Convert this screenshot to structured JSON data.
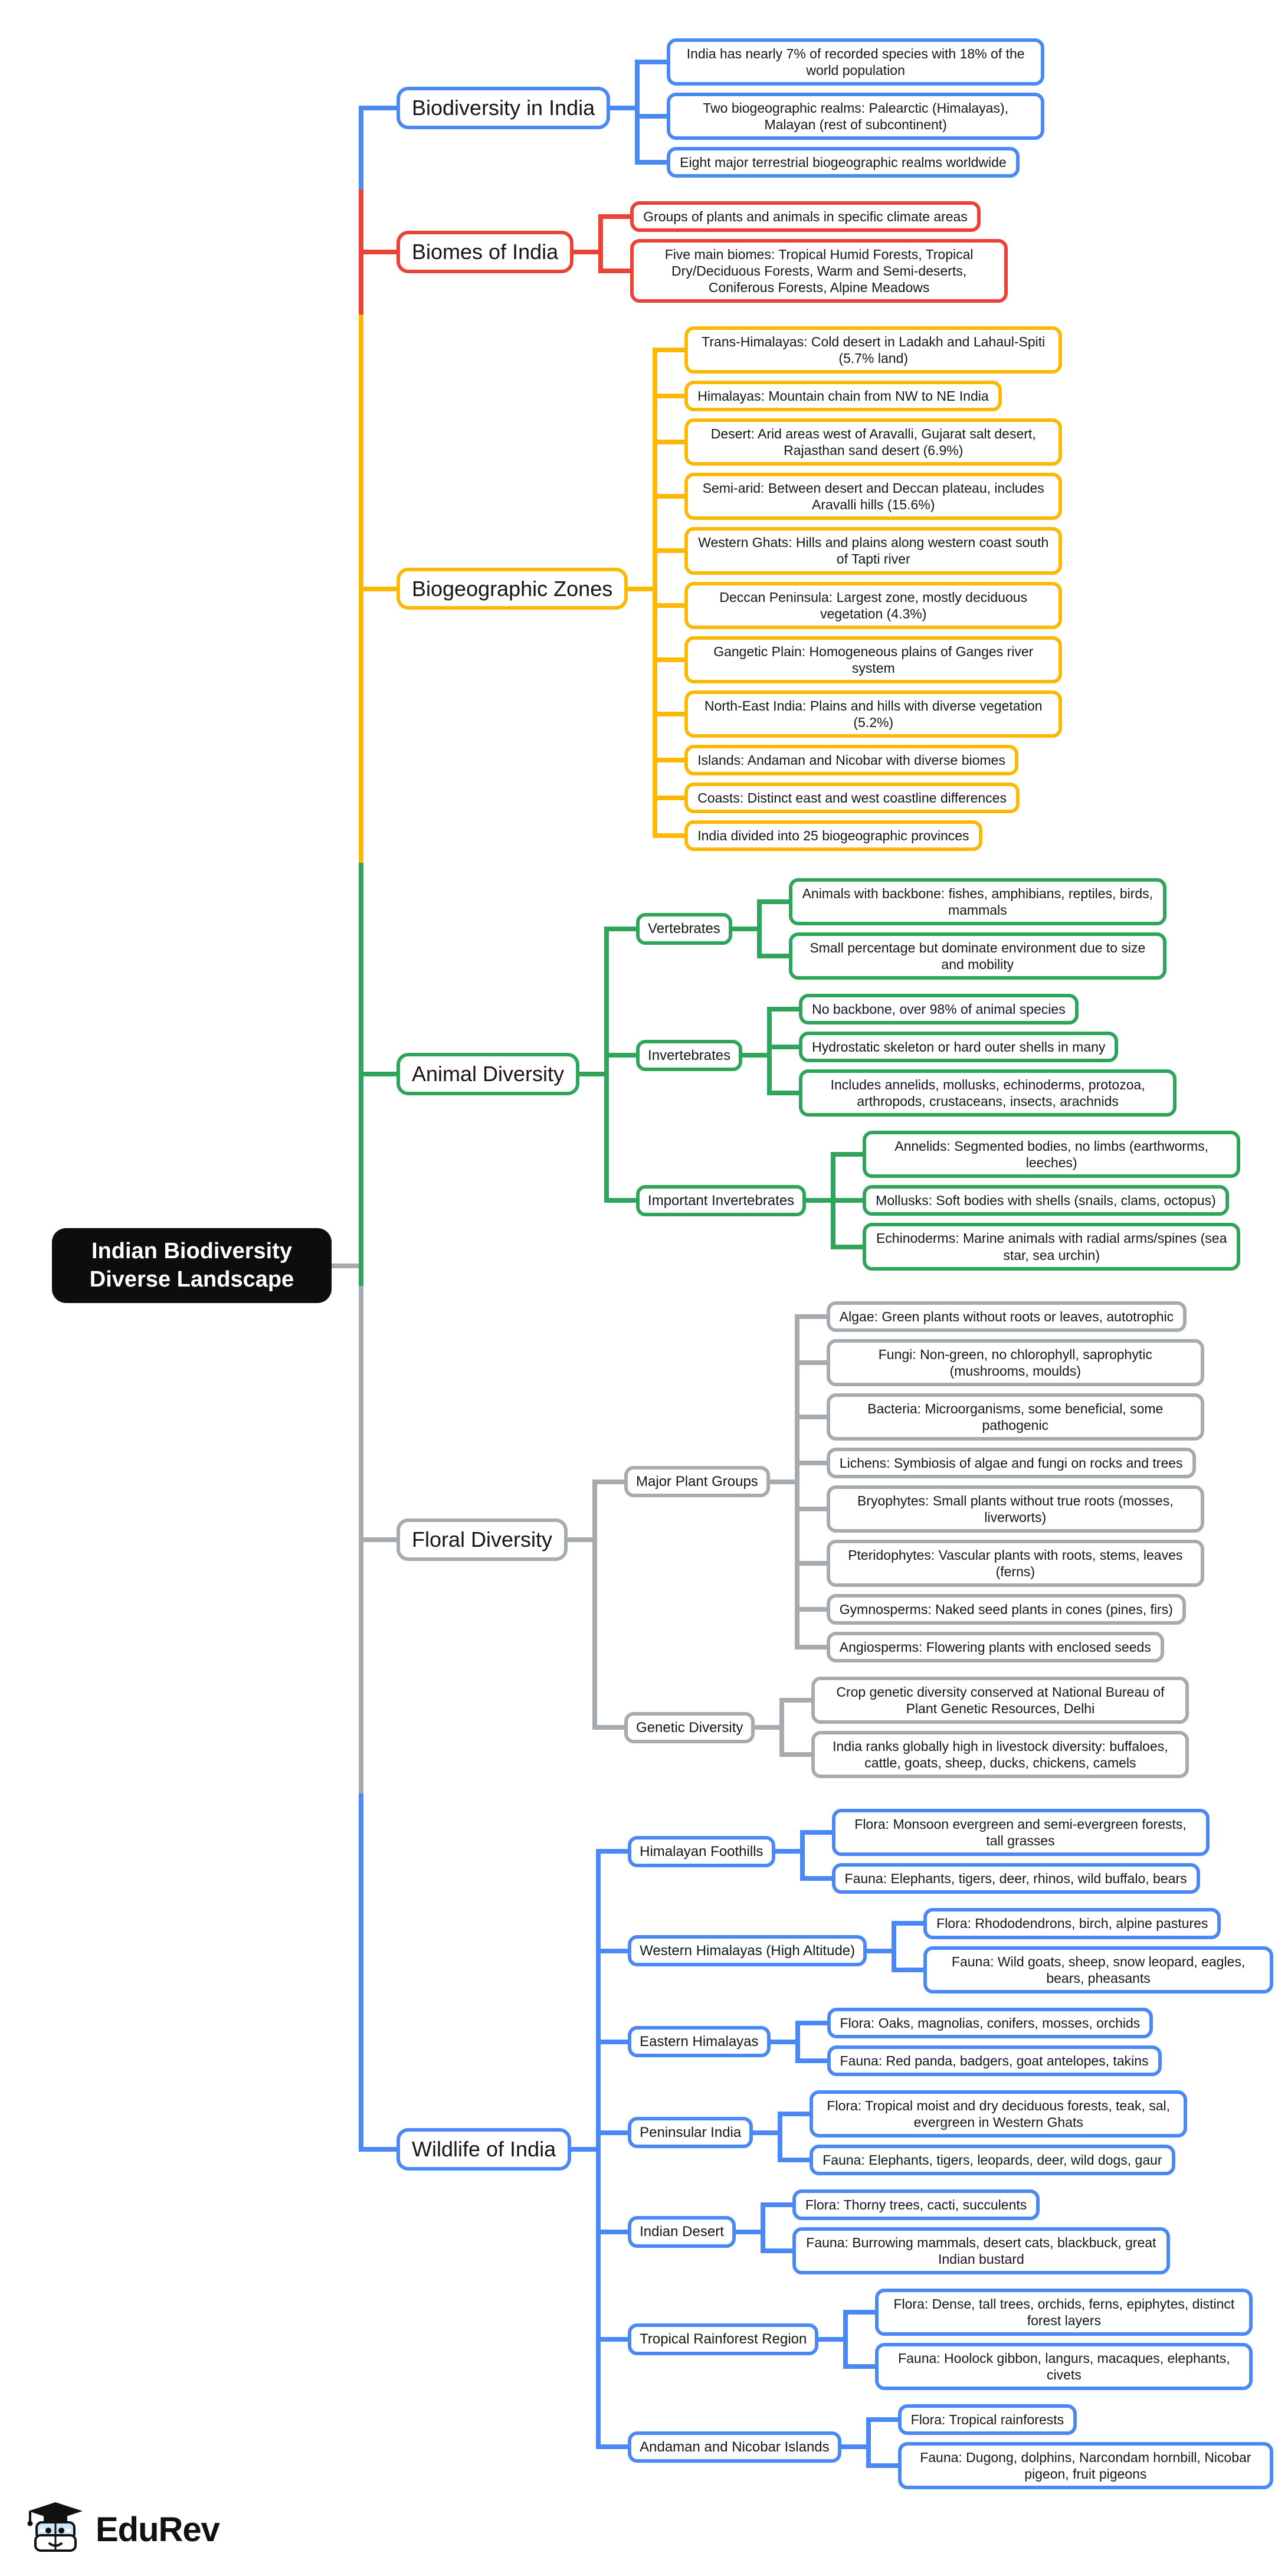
{
  "root": {
    "label": "Indian Biodiversity Diverse Landscape"
  },
  "colors": {
    "blue": "#4a89f4",
    "red": "#ea4335",
    "yellow": "#fbb905",
    "green": "#2fa45b",
    "gray": "#a6abb0",
    "root_bg": "#0d0d0d",
    "root_text": "#ffffff"
  },
  "branches": [
    {
      "label": "Biodiversity in India",
      "color": "#4a89f4",
      "leaves": [
        "India has nearly 7% of recorded species with 18% of the world population",
        "Two biogeographic realms: Palearctic (Himalayas), Malayan (rest of subcontinent)",
        "Eight major terrestrial biogeographic realms worldwide"
      ]
    },
    {
      "label": "Biomes of India",
      "color": "#ea4335",
      "leaves": [
        "Groups of plants and animals in specific climate areas",
        "Five main biomes: Tropical Humid Forests, Tropical Dry/Deciduous Forests, Warm and Semi-deserts, Coniferous Forests, Alpine Meadows"
      ]
    },
    {
      "label": "Biogeographic Zones",
      "color": "#fbb905",
      "leaves": [
        "Trans-Himalayas: Cold desert in Ladakh and Lahaul-Spiti (5.7% land)",
        "Himalayas: Mountain chain from NW to NE India",
        "Desert: Arid areas west of Aravalli, Gujarat salt desert, Rajasthan sand desert (6.9%)",
        "Semi-arid: Between desert and Deccan plateau, includes Aravalli hills (15.6%)",
        "Western Ghats: Hills and plains along western coast south of Tapti river",
        "Deccan Peninsula: Largest zone, mostly deciduous vegetation (4.3%)",
        "Gangetic Plain: Homogeneous plains of Ganges river system",
        "North-East India: Plains and hills with diverse vegetation (5.2%)",
        "Islands: Andaman and Nicobar with diverse biomes",
        "Coasts: Distinct east and west coastline differences",
        "India divided into 25 biogeographic provinces"
      ]
    },
    {
      "label": "Animal Diversity",
      "color": "#2fa45b",
      "subbranches": [
        {
          "label": "Vertebrates",
          "leaves": [
            "Animals with backbone: fishes, amphibians, reptiles, birds, mammals",
            "Small percentage but dominate environment due to size and mobility"
          ]
        },
        {
          "label": "Invertebrates",
          "leaves": [
            "No backbone, over 98% of animal species",
            "Hydrostatic skeleton or hard outer shells in many",
            "Includes annelids, mollusks, echinoderms, protozoa, arthropods, crustaceans, insects, arachnids"
          ]
        },
        {
          "label": "Important Invertebrates",
          "leaves": [
            "Annelids: Segmented bodies, no limbs (earthworms, leeches)",
            "Mollusks: Soft bodies with shells (snails, clams, octopus)",
            "Echinoderms: Marine animals with radial arms/spines (sea star, sea urchin)"
          ]
        }
      ]
    },
    {
      "label": "Floral Diversity",
      "color": "#a6abb0",
      "subbranches": [
        {
          "label": "Major Plant Groups",
          "leaves": [
            "Algae: Green plants without roots or leaves, autotrophic",
            "Fungi: Non-green, no chlorophyll, saprophytic (mushrooms, moulds)",
            "Bacteria: Microorganisms, some beneficial, some pathogenic",
            "Lichens: Symbiosis of algae and fungi on rocks and trees",
            "Bryophytes: Small plants without true roots (mosses, liverworts)",
            "Pteridophytes: Vascular plants with roots, stems, leaves (ferns)",
            "Gymnosperms: Naked seed plants in cones (pines, firs)",
            "Angiosperms: Flowering plants with enclosed seeds"
          ]
        },
        {
          "label": "Genetic Diversity",
          "leaves": [
            "Crop genetic diversity conserved at National Bureau of Plant Genetic Resources, Delhi",
            "India ranks globally high in livestock diversity: buffaloes, cattle, goats, sheep, ducks, chickens, camels"
          ]
        }
      ]
    },
    {
      "label": "Wildlife of India",
      "color": "#4a89f4",
      "subbranches": [
        {
          "label": "Himalayan Foothills",
          "leaves": [
            "Flora: Monsoon evergreen and semi-evergreen forests, tall grasses",
            "Fauna: Elephants, tigers, deer, rhinos, wild buffalo, bears"
          ]
        },
        {
          "label": "Western Himalayas (High Altitude)",
          "leaves": [
            "Flora: Rhododendrons, birch, alpine pastures",
            "Fauna: Wild goats, sheep, snow leopard, eagles, bears, pheasants"
          ]
        },
        {
          "label": "Eastern Himalayas",
          "leaves": [
            "Flora: Oaks, magnolias, conifers, mosses, orchids",
            "Fauna: Red panda, badgers, goat antelopes, takins"
          ]
        },
        {
          "label": "Peninsular India",
          "leaves": [
            "Flora: Tropical moist and dry deciduous forests, teak, sal, evergreen in Western Ghats",
            "Fauna: Elephants, tigers, leopards, deer, wild dogs, gaur"
          ]
        },
        {
          "label": "Indian Desert",
          "leaves": [
            "Flora: Thorny trees, cacti, succulents",
            "Fauna: Burrowing mammals, desert cats, blackbuck, great Indian bustard"
          ]
        },
        {
          "label": "Tropical Rainforest Region",
          "leaves": [
            "Flora: Dense, tall trees, orchids, ferns, epiphytes, distinct forest layers",
            "Fauna: Hoolock gibbon, langurs, macaques, elephants, civets"
          ]
        },
        {
          "label": "Andaman and Nicobar Islands",
          "leaves": [
            "Flora: Tropical rainforests",
            "Fauna: Dugong, dolphins, Narcondam hornbill, Nicobar pigeon, fruit pigeons"
          ]
        }
      ]
    }
  ],
  "footer": {
    "brand": "EduRev",
    "logo_icon": "graduation-cap-books-mascot"
  }
}
